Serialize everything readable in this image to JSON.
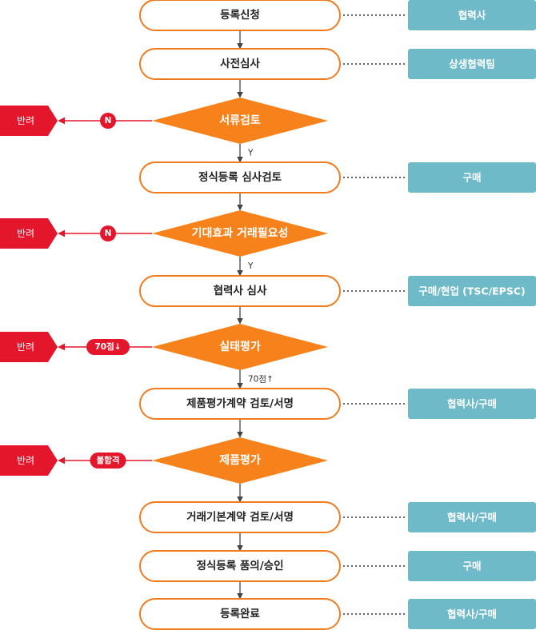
{
  "colors": {
    "step_border": "#f07a1e",
    "step_text": "#222222",
    "diamond_fill": "#f7821b",
    "role_fill": "#6fbac9",
    "return_fill": "#e3162b",
    "line": "#444444",
    "dotted": "#666666",
    "return_line": "#e3162b"
  },
  "steps": [
    {
      "label": "등록신청",
      "role": "협력사"
    },
    {
      "label": "사전심사",
      "role": "상생협력팀"
    },
    {
      "label": "정식등록 심사검토",
      "role": "구매"
    },
    {
      "label": "협력사 심사",
      "role": "구매/현업 (TSC/EPSC)"
    },
    {
      "label": "제품평가계약 검토/서명",
      "role": "협력사/구매"
    },
    {
      "label": "거래기본계약 검토/서명",
      "role": "협력사/구매"
    },
    {
      "label": "정식등록 품의/승인",
      "role": "구매"
    },
    {
      "label": "등록완료",
      "role": "협력사/구매"
    }
  ],
  "decisions": [
    {
      "label": "서류검토",
      "reject_label": "N",
      "pass_label": "Y",
      "return": "반려"
    },
    {
      "label": "기대효과 거래필요성",
      "reject_label": "N",
      "pass_label": "Y",
      "return": "반려"
    },
    {
      "label": "실태평가",
      "reject_label": "70점↓",
      "pass_label": "70점↑",
      "return": "반려"
    },
    {
      "label": "제품평가",
      "reject_label": "불합격",
      "pass_label": "",
      "return": "반려"
    }
  ]
}
